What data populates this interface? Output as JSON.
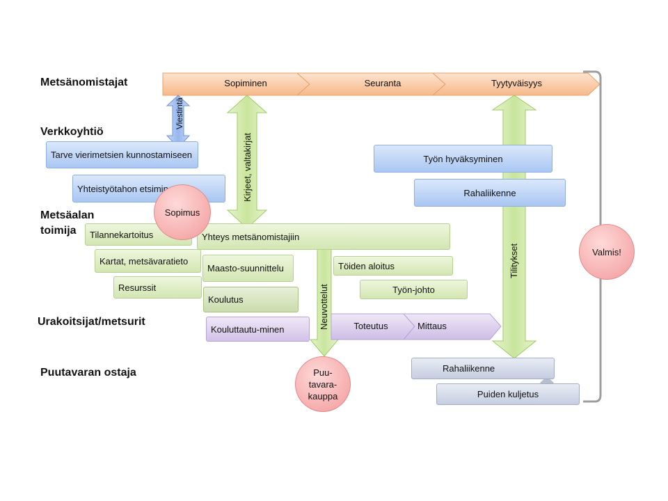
{
  "rows": {
    "owners": "Metsänomistajat",
    "network": "Verkkoyhtiö",
    "forest_actor_line1": "Metsäalan",
    "forest_actor_line2": "toimija",
    "contractors": "Urakoitsijat/metsurit",
    "buyer": "Puutavaran ostaja"
  },
  "chevrons": {
    "agreeing": "Sopiminen",
    "monitoring": "Seuranta",
    "satisfaction": "Tyytyväisyys"
  },
  "arrows": {
    "communication": "Viestintä",
    "letters": "Kirjeet, valtakirjat",
    "negotiations": "Neuvottelut",
    "settlements": "Tilitykset"
  },
  "boxes": {
    "need": "Tarve vierimetsien kunnostamiseen",
    "partner": "Yhteistyötahon etsiminen",
    "situation": "Tilannekartoitus",
    "maps": "Kartat, metsävaratieto",
    "resources": "Resurssit",
    "contact": "Yhteys metsänomistajiin",
    "terrain": "Maasto-suunnittelu",
    "training": "Koulutus",
    "training_self": "Kouluttautu-minen",
    "work_start": "Töiden aloitus",
    "work_lead": "Työn-johto",
    "implementation": "Toteutus",
    "measurement": "Mittaus",
    "approval": "Työn hyväksyminen",
    "payments_top": "Rahaliikenne",
    "payments_bottom": "Rahaliikenne",
    "transport": "Puiden kuljetus"
  },
  "circles": {
    "agreement": "Sopimus",
    "timber_sale": "Puu-tavara-kauppa",
    "done": "Valmis!"
  }
}
